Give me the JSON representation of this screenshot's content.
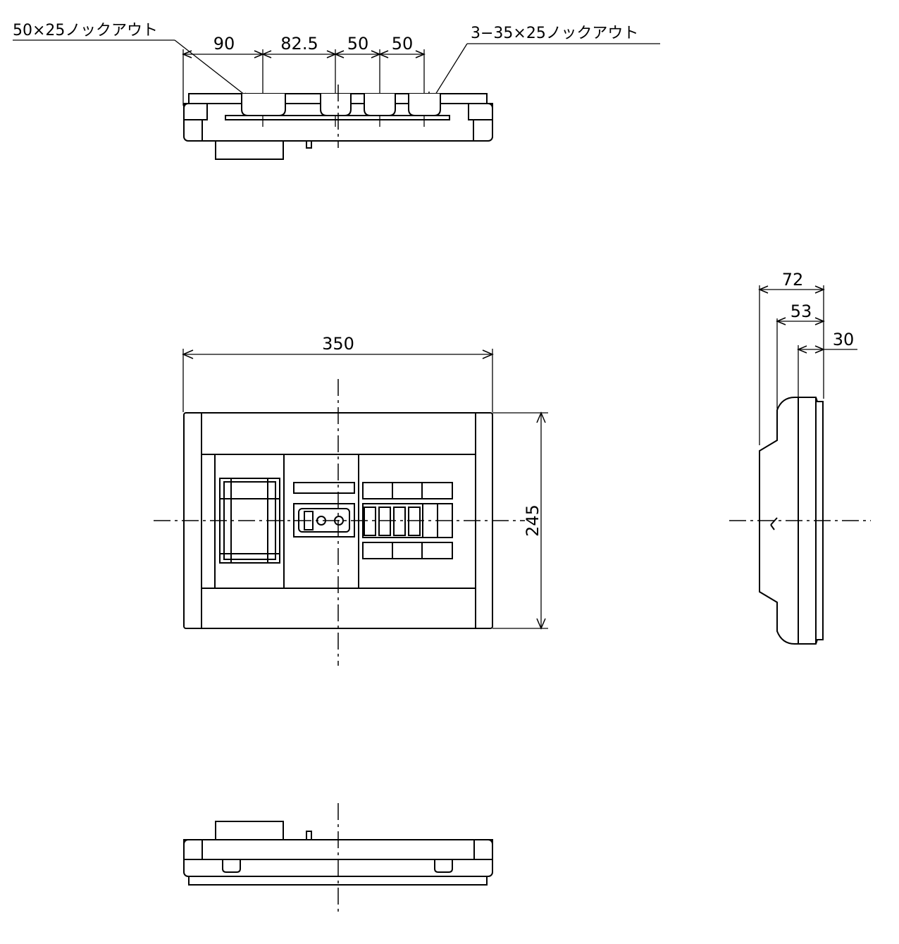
{
  "notes": {
    "knockout_left": "50×25ノックアウト",
    "knockout_right": "3−35×25ノックアウト"
  },
  "dimensions": {
    "top_view": [
      "90",
      "82.5",
      "50",
      "50"
    ],
    "width": "350",
    "height": "245",
    "side_depths": [
      "72",
      "53",
      "30"
    ]
  }
}
